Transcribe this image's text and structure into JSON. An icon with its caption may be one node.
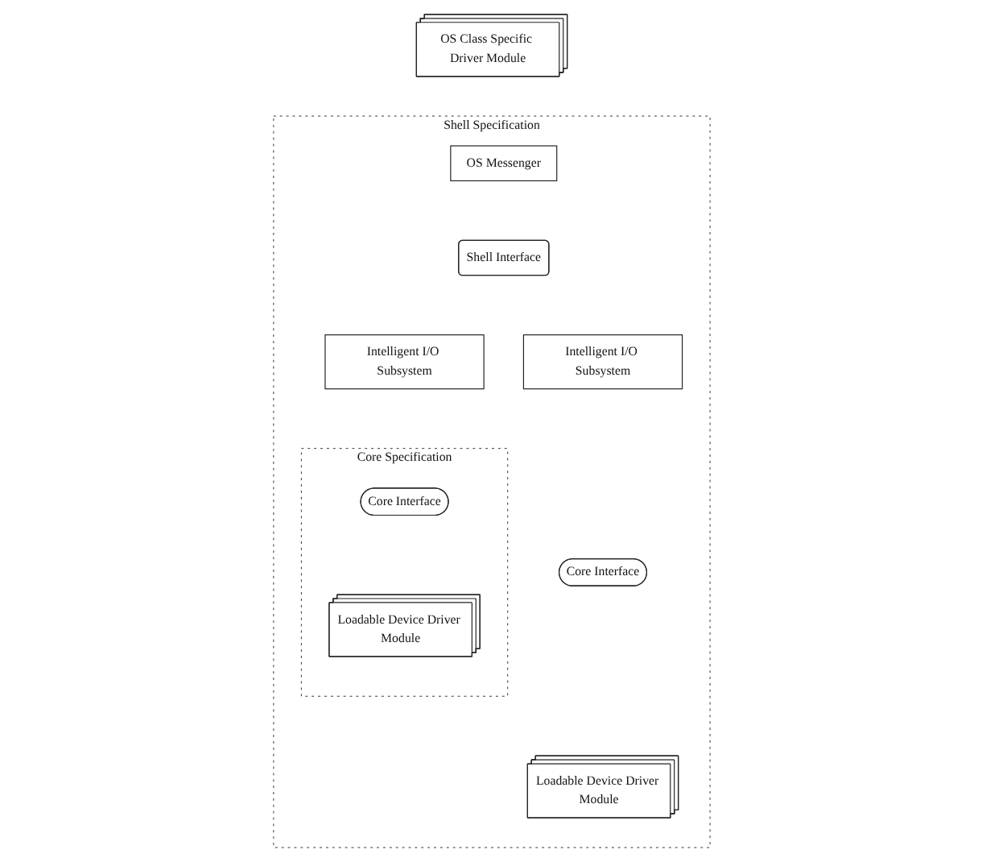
{
  "diagram": {
    "nodes": [
      {
        "text": [
          "Shell Specification"
        ]
      },
      {
        "text": [
          "OS Class Specific Driver Module"
        ]
      },
      {
        "text": [
          "OS Messenger"
        ],
        "in": 0
      },
      {
        "text": [
          "Shell Interface"
        ],
        "in": 0
      },
      {
        "text": [
          "Intelligent I/O Subsystem"
        ],
        "in": 0
      },
      {
        "text": [
          "Intelligent I/O Subsystem"
        ],
        "in": 0
      },
      {
        "text": [
          "Core Specification"
        ],
        "in": 0
      },
      {
        "text": [
          "Core Interface"
        ],
        "in": 6
      },
      {
        "text": [
          "Loadable Device Driver Module"
        ],
        "in": 6
      },
      {
        "text": [
          "Core Interface"
        ],
        "in": 0
      },
      {
        "text": [
          "Loadable Device Driver Module"
        ],
        "in": 0
      }
    ]
  }
}
